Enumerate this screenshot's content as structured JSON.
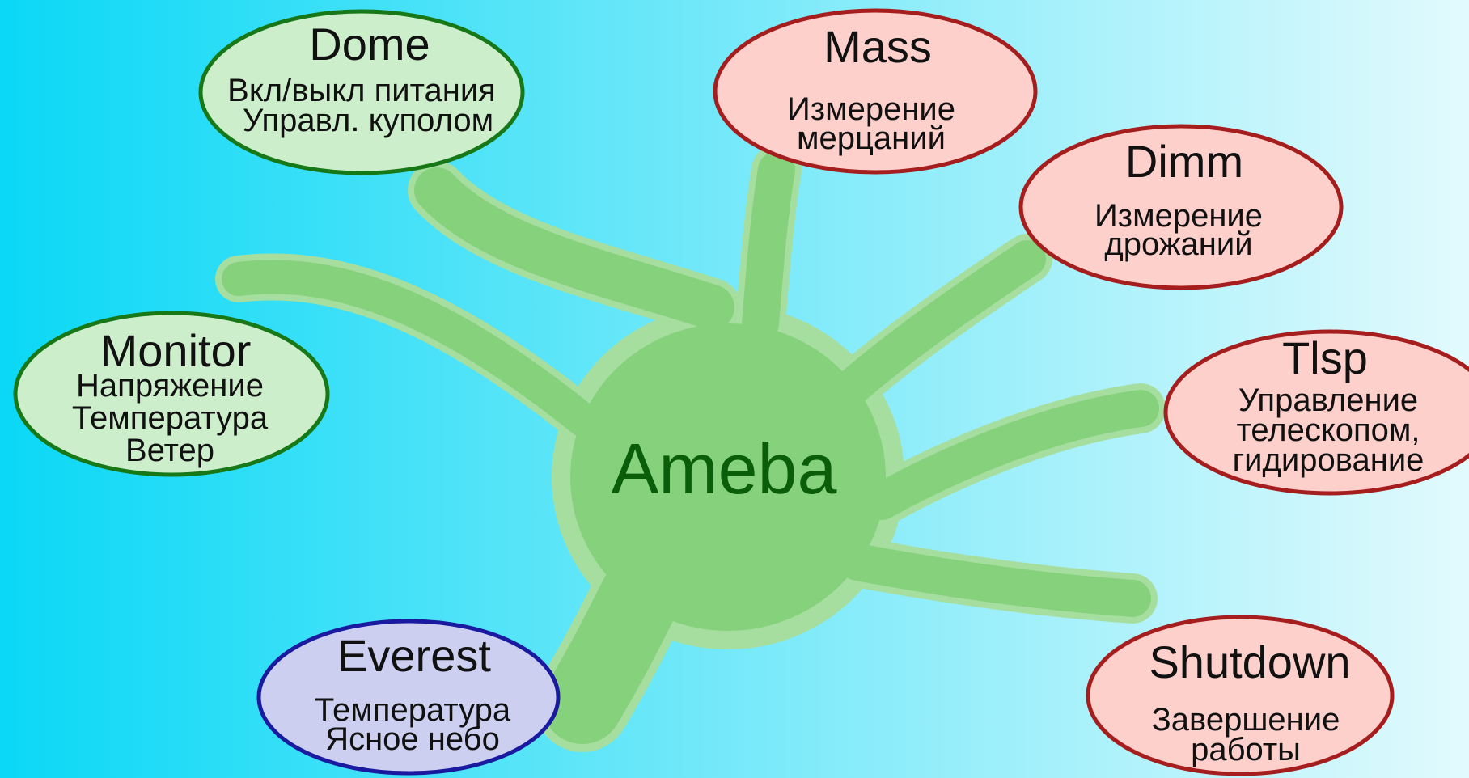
{
  "center": {
    "label": "Ameba",
    "color": "#0a5e0a"
  },
  "colors": {
    "bg_left": "#0ad8f6",
    "bg_right": "#e2fafd",
    "ameba_fill": "#86d17c",
    "ameba_outline": "#a6dea0"
  },
  "nodes": [
    {
      "id": "dome",
      "title": "Dome",
      "lines": [
        "Вкл/выкл питания",
        "Управл. куполом"
      ],
      "fill": "#cdeecb",
      "stroke": "#177817"
    },
    {
      "id": "mass",
      "title": "Mass",
      "lines": [
        "Измерение",
        "мерцаний"
      ],
      "fill": "#fdd0cc",
      "stroke": "#a51d1d"
    },
    {
      "id": "dimm",
      "title": "Dimm",
      "lines": [
        "Измерение",
        "дрожаний"
      ],
      "fill": "#fdd0cc",
      "stroke": "#a51d1d"
    },
    {
      "id": "monitor",
      "title": "Monitor",
      "lines": [
        "Напряжение",
        "Температура",
        "Ветер"
      ],
      "fill": "#cdeecb",
      "stroke": "#177817"
    },
    {
      "id": "tlsp",
      "title": "Tlsp",
      "lines": [
        "Управление",
        "телескопом,",
        "гидирование"
      ],
      "fill": "#fdd0cc",
      "stroke": "#a51d1d"
    },
    {
      "id": "everest",
      "title": "Everest",
      "lines": [
        "Температура",
        "Ясное небо"
      ],
      "fill": "#cccff0",
      "stroke": "#1a1aa0"
    },
    {
      "id": "shutdown",
      "title": "Shutdown",
      "lines": [
        "Завершение",
        "работы"
      ],
      "fill": "#fdd0cc",
      "stroke": "#a51d1d"
    }
  ]
}
